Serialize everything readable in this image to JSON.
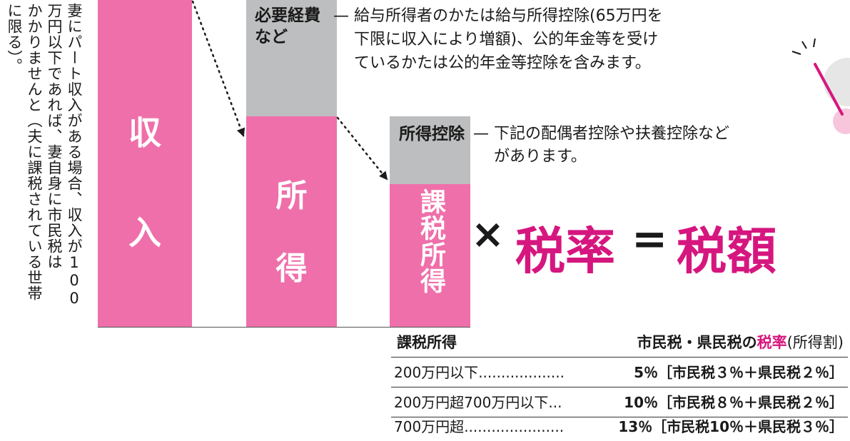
{
  "side_note": {
    "col1": "妻にパート収入がある場合、収入が100",
    "col2": "万円以下であれば、妻自身に市民税は",
    "col3": "かかりませんと（夫に課税されている世帯",
    "col4": "に限る）。"
  },
  "bars": {
    "income": [
      "収",
      "入"
    ],
    "earned_income": [
      "所",
      "得"
    ],
    "taxable_income": "課税所得"
  },
  "expenses": {
    "label_line1": "必要経費",
    "label_line2": "など",
    "dash": "—",
    "desc_line1": "給与所得者のかたは給与所得控除(65万円を",
    "desc_line2": "下限に収入により増額)、公的年金等を受け",
    "desc_line3": "ているかたは公的年金等控除を含みます。"
  },
  "deductions": {
    "label": "所得控除",
    "dash": "—",
    "desc_line1": "下記の配偶者控除や扶養控除など",
    "desc_line2": "があります。"
  },
  "formula": {
    "times": "×",
    "rate": "税率",
    "equals": "=",
    "amount": "税額"
  },
  "table": {
    "header_left": "課税所得",
    "header_right_prefix": "市民税・県民税の",
    "header_right_highlight": "税率",
    "header_right_suffix": "(所得割)",
    "rows": [
      {
        "left": "200万円以下",
        "dots": "...................",
        "right": "5％［市民税３％＋県民税２％］"
      },
      {
        "left": "200万円超700万円以下",
        "dots": "...",
        "right": "10％［市民税８％＋県民税２％］"
      },
      {
        "left": "700万円超",
        "dots": "......................",
        "right": "13％［市民税10％＋県民税３％］"
      }
    ]
  },
  "colors": {
    "pink": "#ef6faa",
    "gray": "#bdbebf",
    "magenta": "#d6167f"
  }
}
